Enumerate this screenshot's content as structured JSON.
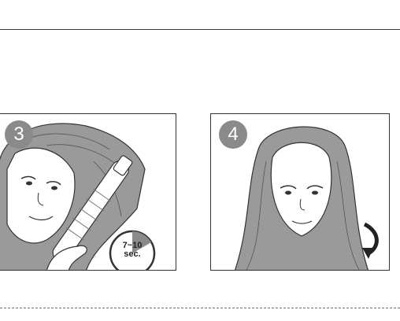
{
  "steps": [
    {
      "number": "3",
      "timer_text": "7~10",
      "timer_unit": "sec."
    },
    {
      "number": "4"
    }
  ],
  "colors": {
    "hair": "#9a9a9a",
    "outline": "#333333",
    "badge": "#8a8a8a"
  },
  "timer_icon": "clock-icon",
  "rotate_icon": "curved-arrow-icon"
}
